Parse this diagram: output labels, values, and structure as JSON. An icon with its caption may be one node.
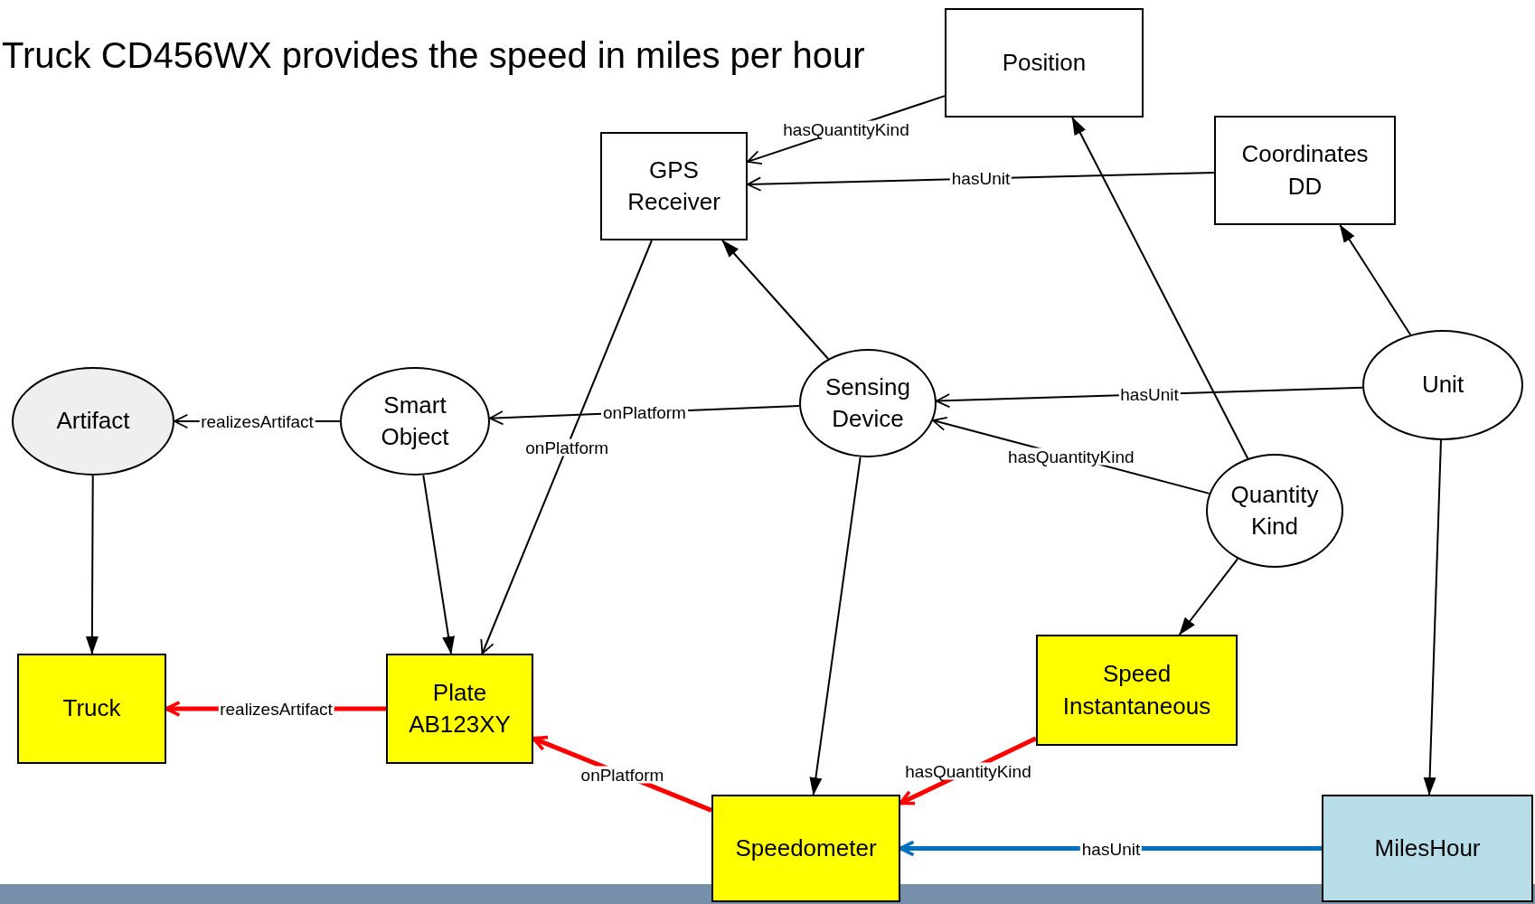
{
  "diagram": {
    "title": "Truck CD456WX provides the speed in miles per hour",
    "nodes": [
      {
        "text": [
          "Position"
        ]
      },
      {
        "text": [
          "GPS Receiver"
        ]
      },
      {
        "text": [
          "Coordinates DD"
        ]
      },
      {
        "text": [
          "Artifact"
        ]
      },
      {
        "text": [
          "Smart Object"
        ]
      },
      {
        "text": [
          "Sensing Device"
        ]
      },
      {
        "text": [
          "Unit"
        ]
      },
      {
        "text": [
          "Quantity Kind"
        ]
      },
      {
        "text": [
          "Truck"
        ]
      },
      {
        "text": [
          "Plate AB123XY"
        ]
      },
      {
        "text": [
          "Speed Instantaneous"
        ]
      },
      {
        "text": [
          "Speedometer"
        ]
      },
      {
        "text": [
          "MilesHour"
        ]
      }
    ],
    "edges": [
      {
        "from": 0,
        "to": 1,
        "arrow": "to",
        "label": "hasQuantityKind"
      },
      {
        "from": 2,
        "to": 1,
        "arrow": "to",
        "label": "hasUnit"
      },
      {
        "from": 5,
        "to": 1,
        "arrow": "to"
      },
      {
        "from": 1,
        "to": 9,
        "arrow": "to",
        "label": "onPlatform"
      },
      {
        "from": 5,
        "to": 4,
        "arrow": "to",
        "label": "onPlatform"
      },
      {
        "from": 4,
        "to": 3,
        "arrow": "to",
        "label": "realizesArtifact"
      },
      {
        "from": 3,
        "to": 8,
        "arrow": "to"
      },
      {
        "from": 4,
        "to": 9,
        "arrow": "to"
      },
      {
        "from": 5,
        "to": 11,
        "arrow": "to"
      },
      {
        "from": 6,
        "to": 5,
        "arrow": "to",
        "label": "hasUnit"
      },
      {
        "from": 7,
        "to": 5,
        "arrow": "to",
        "label": "hasQuantityKind"
      },
      {
        "from": 7,
        "to": 0,
        "arrow": "to"
      },
      {
        "from": 6,
        "to": 2,
        "arrow": "to"
      },
      {
        "from": 6,
        "to": 12,
        "arrow": "to"
      },
      {
        "from": 7,
        "to": 10,
        "arrow": "to"
      },
      {
        "from": 9,
        "to": 8,
        "arrow": "to",
        "label": "realizesArtifact",
        "style": "thick",
        "color": "#ff0000"
      },
      {
        "from": 11,
        "to": 9,
        "arrow": "to",
        "label": "onPlatform",
        "style": "thick",
        "color": "#ff0000"
      },
      {
        "from": 10,
        "to": 11,
        "arrow": "to",
        "label": "hasQuantityKind",
        "style": "thick",
        "color": "#ff0000"
      },
      {
        "from": 12,
        "to": 11,
        "arrow": "to",
        "label": "hasUnit",
        "style": "thick",
        "color": "#0070c0"
      }
    ]
  }
}
